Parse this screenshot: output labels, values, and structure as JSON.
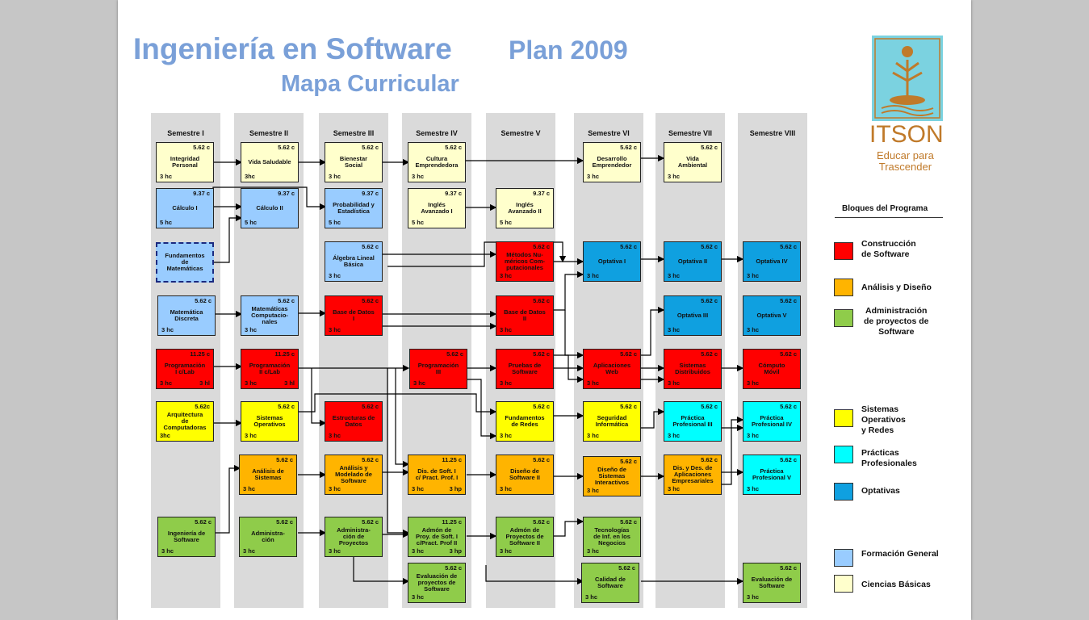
{
  "title": {
    "main": "Ingeniería en Software",
    "plan": "Plan 2009",
    "sub": "Mapa Curricular"
  },
  "semesters": [
    "Semestre I",
    "Semestre II",
    "Semestre III",
    "Semestre IV",
    "Semestre V",
    "Semestre VI",
    "Semestre VII",
    "Semestre VIII"
  ],
  "courses": [
    {
      "id": "integridad",
      "credits": "5.62 c",
      "name": "Integridad\nPersonal",
      "hours": "3 hc",
      "color": "#ffffcc"
    },
    {
      "id": "calculo1",
      "credits": "9.37 c",
      "name": "Cálculo I",
      "hours": "5 hc",
      "color": "#99ccff"
    },
    {
      "id": "fundamentos",
      "credits": "",
      "name": "Fundamentos\nde\nMatemáticas",
      "hours": "",
      "color": "#99ccff"
    },
    {
      "id": "discreta",
      "credits": "5.62 c",
      "name": "Matemática\nDiscreta",
      "hours": "3 hc",
      "color": "#99ccff"
    },
    {
      "id": "prog1",
      "credits": "11.25 c",
      "name": "Programación\nI c/Lab",
      "hours": "3 hc",
      "extra": "3 hl",
      "color": "#ff0000"
    },
    {
      "id": "arq",
      "credits": "5.62c",
      "name": "Arquitectura\nde\nComputadoras",
      "hours": "3hc",
      "color": "#ffff00"
    },
    {
      "id": "ingsw",
      "credits": "5.62 c",
      "name": "Ingeniería de\nSoftware",
      "hours": "3 hc",
      "color": "#8fcc4a"
    },
    {
      "id": "saludable",
      "credits": "5.62 c",
      "name": "Vida Saludable",
      "hours": "3hc",
      "color": "#ffffcc"
    },
    {
      "id": "calculo2",
      "credits": "9.37 c",
      "name": "Cálculo II",
      "hours": "5 hc",
      "color": "#99ccff"
    },
    {
      "id": "matcomp",
      "credits": "5.62 c",
      "name": "Matemáticas\nComputacio-\nnales",
      "hours": "3 hc",
      "color": "#99ccff"
    },
    {
      "id": "prog2",
      "credits": "11.25 c",
      "name": "Programación\nII c/Lab",
      "hours": "3 hc",
      "extra": "3 hl",
      "color": "#ff0000"
    },
    {
      "id": "sisop",
      "credits": "5.62 c",
      "name": "Sistemas\nOperativos",
      "hours": "3 hc",
      "color": "#ffff00"
    },
    {
      "id": "analsis",
      "credits": "5.62 c",
      "name": "Análisis de\nSistemas",
      "hours": "3 hc",
      "color": "#ffb400"
    },
    {
      "id": "admin",
      "credits": "5.62 c",
      "name": "Administra-\nción",
      "hours": "3 hc",
      "color": "#8fcc4a"
    },
    {
      "id": "bienestar",
      "credits": "5.62 c",
      "name": "Bienestar\nSocial",
      "hours": "3 hc",
      "color": "#ffffcc"
    },
    {
      "id": "probab",
      "credits": "9.37 c",
      "name": "Probabilidad y\nEstadística",
      "hours": "5 hc",
      "color": "#99ccff"
    },
    {
      "id": "algebra",
      "credits": "5.62 c",
      "name": "Álgebra Lineal\nBásica",
      "hours": "3 hc",
      "color": "#99ccff"
    },
    {
      "id": "bd1",
      "credits": "5.62 c",
      "name": "Base de Datos\nI",
      "hours": "3 hc",
      "color": "#ff0000"
    },
    {
      "id": "estruct",
      "credits": "5.62 c",
      "name": "Estructuras de\nDatos",
      "hours": "3 hc",
      "color": "#ff0000"
    },
    {
      "id": "anamod",
      "credits": "5.62 c",
      "name": "Análisis y\nModelado de\nSoftware",
      "hours": "3 hc",
      "color": "#ffb400"
    },
    {
      "id": "adminproy",
      "credits": "5.62 c",
      "name": "Administra-\nción de\nProyectos",
      "hours": "3 hc",
      "color": "#8fcc4a"
    },
    {
      "id": "cultura",
      "credits": "5.62 c",
      "name": "Cultura\nEmprendedora",
      "hours": "3 hc",
      "color": "#ffffcc"
    },
    {
      "id": "ingles1",
      "credits": "9.37 c",
      "name": "Inglés\nAvanzado I",
      "hours": "5 hc",
      "color": "#ffffcc"
    },
    {
      "id": "prog3",
      "credits": "5.62 c",
      "name": "Programación\nIII",
      "hours": "3 hc",
      "color": "#ff0000"
    },
    {
      "id": "dis1",
      "credits": "11.25 c",
      "name": "Dis. de Soft. I\nc/ Pract. Prof. I",
      "hours": "3 hc",
      "extra": "3 hp",
      "color": "#ffb400"
    },
    {
      "id": "admon1",
      "credits": "11.25 c",
      "name": "Admón de\nProy. de Soft. I\nc/Pract. Prof II",
      "hours": "3 hc",
      "extra": "3 hp",
      "color": "#8fcc4a"
    },
    {
      "id": "eval1",
      "credits": "5.62 c",
      "name": "Evaluación de\nproyectos de\nSoftware",
      "hours": "3 hc",
      "color": "#8fcc4a"
    },
    {
      "id": "ingles2",
      "credits": "9.37 c",
      "name": "Inglés\nAvanzado II",
      "hours": "5 hc",
      "color": "#ffffcc"
    },
    {
      "id": "metodos",
      "credits": "5.62 c",
      "name": "Métodos Nu-\nméricos Com-\nputacionales",
      "hours": "3 hc",
      "color": "#ff0000"
    },
    {
      "id": "bd2",
      "credits": "5.62 c",
      "name": "Base de Datos\nII",
      "hours": "3 hc",
      "color": "#ff0000"
    },
    {
      "id": "pruebas",
      "credits": "5.62 c",
      "name": "Pruebas de\nSoftware",
      "hours": "3 hc",
      "color": "#ff0000"
    },
    {
      "id": "redes",
      "credits": "5.62 c",
      "name": "Fundamentos\nde Redes",
      "hours": "3 hc",
      "color": "#ffff00"
    },
    {
      "id": "dis2",
      "credits": "5.62 c",
      "name": "Diseño de\nSoftware II",
      "hours": "3 hc",
      "color": "#ffb400"
    },
    {
      "id": "admon2",
      "credits": "5.62 c",
      "name": "Admón de\nProyectos de\nSoftware II",
      "hours": "3 hc",
      "color": "#8fcc4a"
    },
    {
      "id": "desarrollo",
      "credits": "5.62 c",
      "name": "Desarrollo\nEmprendedor",
      "hours": "3 hc",
      "color": "#ffffcc"
    },
    {
      "id": "opt1",
      "credits": "5.62 c",
      "name": "Optativa I",
      "hours": "3 hc",
      "color": "#0fa0e0"
    },
    {
      "id": "aplweb",
      "credits": "5.62 c",
      "name": "Aplicaciones\nWeb",
      "hours": "3 hc",
      "color": "#ff0000"
    },
    {
      "id": "seguridad",
      "credits": "5.62 c",
      "name": "Seguridad\nInformática",
      "hours": "3 hc",
      "color": "#ffff00"
    },
    {
      "id": "disint",
      "credits": "5.62 c",
      "name": "Diseño de\nSistemas\nInteractivos",
      "hours": "3 hc",
      "color": "#ffb400"
    },
    {
      "id": "tecinf",
      "credits": "5.62 c",
      "name": "Tecnologías\nde Inf. en los\nNegocios",
      "hours": "3 hc",
      "color": "#8fcc4a"
    },
    {
      "id": "calidad",
      "credits": "5.62 c",
      "name": "Calidad de\nSoftware",
      "hours": "3 hc",
      "color": "#8fcc4a"
    },
    {
      "id": "ambiental",
      "credits": "5.62 c",
      "name": "Vida\nAmbiental",
      "hours": "3 hc",
      "color": "#ffffcc"
    },
    {
      "id": "opt2",
      "credits": "5.62 c",
      "name": "Optativa II",
      "hours": "3 hc",
      "color": "#0fa0e0"
    },
    {
      "id": "opt3",
      "credits": "5.62 c",
      "name": "Optativa III",
      "hours": "3 hc",
      "color": "#0fa0e0"
    },
    {
      "id": "distrib",
      "credits": "5.62 c",
      "name": "Sistemas\nDistribuidos",
      "hours": "3 hc",
      "color": "#ff0000"
    },
    {
      "id": "pp3",
      "credits": "5.62 c",
      "name": "Práctica\nProfesional III",
      "hours": "3 hc",
      "color": "#00ffff"
    },
    {
      "id": "disemp",
      "credits": "5.62 c",
      "name": "Dis. y Des. de\nAplicaciones\nEmpresariales",
      "hours": "3 hc",
      "color": "#ffb400"
    },
    {
      "id": "opt4",
      "credits": "5.62 c",
      "name": "Optativa IV",
      "hours": "3 hc",
      "color": "#0fa0e0"
    },
    {
      "id": "opt5",
      "credits": "5.62 c",
      "name": "Optativa V",
      "hours": "3 hc",
      "color": "#0fa0e0"
    },
    {
      "id": "movil",
      "credits": "5.62 c",
      "name": "Cómputo\nMóvil",
      "hours": "3 hc",
      "color": "#ff0000"
    },
    {
      "id": "pp4",
      "credits": "5.62 c",
      "name": "Práctica\nProfesional  IV",
      "hours": "3 hc",
      "color": "#00ffff"
    },
    {
      "id": "pp5",
      "credits": "5.62 c",
      "name": "Práctica\nProfesional V",
      "hours": "3 hc",
      "color": "#00ffff"
    },
    {
      "id": "eval2",
      "credits": "5.62 c",
      "name": "Evaluación de\nSoftware",
      "hours": "3 hc",
      "color": "#8fcc4a"
    }
  ],
  "legend": {
    "heading": "Bloques del Programa",
    "items": [
      {
        "label": "Construcción\nde Software",
        "color": "#ff0000"
      },
      {
        "label": "Análisis y Diseño",
        "color": "#ffb400"
      },
      {
        "label": "Administración\nde proyectos de\nSoftware",
        "color": "#8fcc4a"
      },
      {
        "label": "Sistemas\nOperativos\ny Redes",
        "color": "#ffff00"
      },
      {
        "label": "Prácticas\nProfesionales",
        "color": "#00ffff"
      },
      {
        "label": "Optativas",
        "color": "#0fa0e0"
      },
      {
        "label": "Formación General",
        "color": "#99ccff"
      },
      {
        "label": "Ciencias Básicas",
        "color": "#ffffcc"
      }
    ]
  },
  "logo": {
    "name": "ITSON",
    "slogan": "Educar para\nTrascender"
  }
}
